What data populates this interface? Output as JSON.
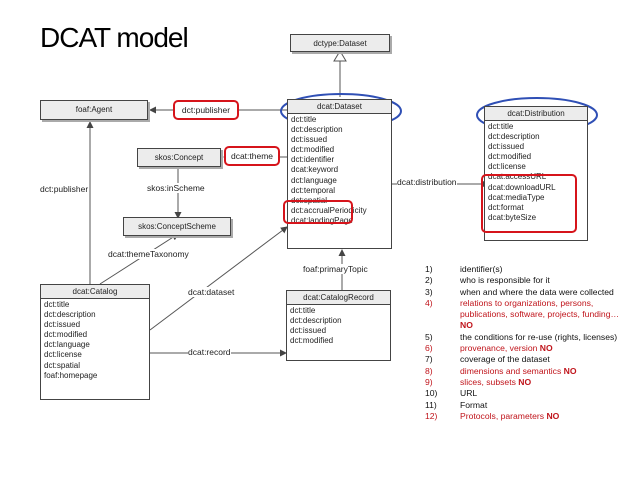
{
  "title": "DCAT model",
  "classes": {
    "dataset_type": "dctype:Dataset",
    "agent": "foaf:Agent",
    "concept": "skos:Concept",
    "concept_scheme": "skos:ConceptScheme",
    "dataset": {
      "name": "dcat:Dataset",
      "props": [
        "dct:title",
        "dct:description",
        "dct:issued",
        "dct:modified",
        "dct:identifier",
        "dcat:keyword",
        "dct:language",
        "dct:temporal",
        "dct:spatial",
        "dct:accrualPeriodicity",
        "dcat:landingPage"
      ]
    },
    "distribution": {
      "name": "dcat:Distribution",
      "props": [
        "dct:title",
        "dct:description",
        "dct:issued",
        "dct:modified",
        "dct:license",
        "dcat:accessURL",
        "dcat:downloadURL",
        "dcat:mediaType",
        "dct:format",
        "dcat:byteSize"
      ]
    },
    "catalog": {
      "name": "dcat:Catalog",
      "props": [
        "dct:title",
        "dct:description",
        "dct:issued",
        "dct:modified",
        "dct:language",
        "dct:license",
        "dct:spatial",
        "foaf:homepage"
      ]
    },
    "catalog_record": {
      "name": "dcat:CatalogRecord",
      "props": [
        "dct:title",
        "dct:description",
        "dct:issued",
        "dct:modified"
      ]
    }
  },
  "edges": {
    "publisher_red": "dct:publisher",
    "theme_red": "dcat:theme",
    "publisher": "dct:publisher",
    "in_scheme": "skos:inScheme",
    "distribution": "dcat:distribution",
    "theme_taxonomy": "dcat:themeTaxonomy",
    "primary_topic": "foaf:primaryTopic",
    "dataset": "dcat:dataset",
    "record": "dcat:record"
  },
  "list": [
    {
      "num": "1)",
      "text": "identifier(s)",
      "red": false,
      "suffix": ""
    },
    {
      "num": "2)",
      "text": "who is responsible for it",
      "red": false,
      "suffix": ""
    },
    {
      "num": "3)",
      "text": "when and where the data were collected",
      "red": false,
      "suffix": ""
    },
    {
      "num": "4)",
      "text": "relations to organizations, persons, publications, software, projects, funding…",
      "red": true,
      "suffix": "NO"
    },
    {
      "num": "5)",
      "text": "the conditions for re-use (rights, licenses)",
      "red": false,
      "suffix": ""
    },
    {
      "num": "6)",
      "text": "provenance, version",
      "red": true,
      "suffix": "NO"
    },
    {
      "num": "7)",
      "text": "coverage of the dataset",
      "red": false,
      "suffix": ""
    },
    {
      "num": "8)",
      "text": "dimensions and semantics",
      "red": true,
      "suffix": "NO"
    },
    {
      "num": "9)",
      "text": "slices, subsets",
      "red": true,
      "suffix": "NO"
    },
    {
      "num": "10)",
      "text": "URL",
      "red": false,
      "suffix": ""
    },
    {
      "num": "11)",
      "text": "Format",
      "red": false,
      "suffix": ""
    },
    {
      "num": "12)",
      "text": "Protocols, parameters",
      "red": true,
      "suffix": "NO"
    }
  ],
  "colors": {
    "highlight_red": "#d6141b",
    "ellipse_blue": "#2f4fb5",
    "note_red": "#c0141b"
  }
}
